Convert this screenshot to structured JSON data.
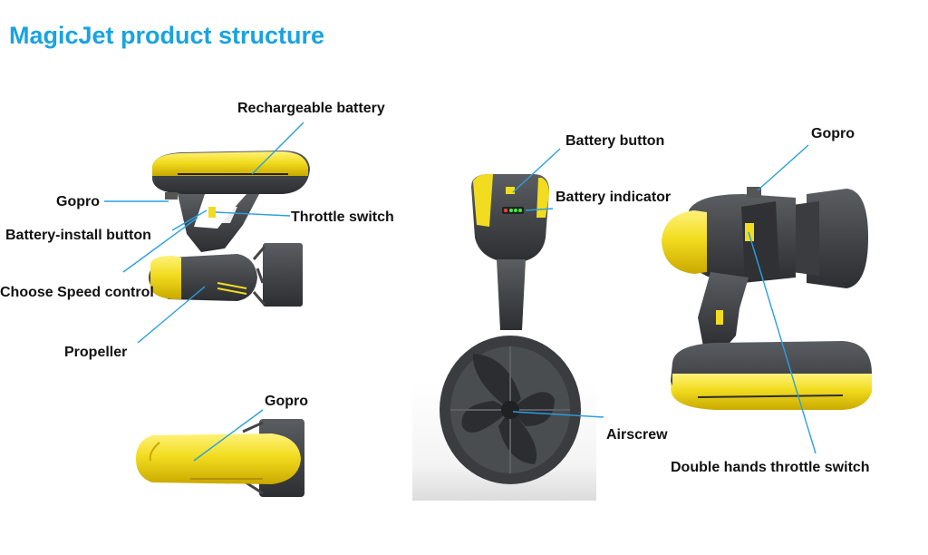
{
  "title": "MagicJet product structure",
  "colors": {
    "title": "#1aa3e0",
    "body_yellow": "#f2dc1f",
    "body_dark": "#3b3d40",
    "leader_line": "#2aa0e0"
  },
  "views": {
    "side_view": {
      "labels": {
        "rechargeable_battery": "Rechargeable battery",
        "gopro": "Gopro",
        "throttle_switch": "Throttle switch",
        "battery_install_button": "Battery-install button",
        "choose_speed_control": "Choose Speed control",
        "propeller": "Propeller"
      }
    },
    "top_view": {
      "labels": {
        "gopro": "Gopro"
      }
    },
    "rear_view": {
      "labels": {
        "battery_button": "Battery button",
        "battery_indicator": "Battery indicator",
        "airscrew": "Airscrew"
      }
    },
    "angled_view": {
      "labels": {
        "gopro": "Gopro",
        "double_hands_throttle_switch": "Double hands throttle switch"
      }
    }
  }
}
